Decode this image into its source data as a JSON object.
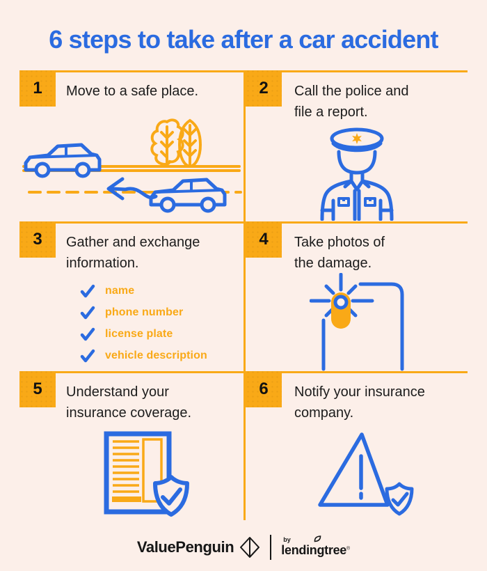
{
  "page": {
    "title": "6 steps to take after a car accident",
    "colors": {
      "background": "#FCEFE9",
      "blue": "#2B6BE0",
      "orange": "#F9A917",
      "text_dark": "#1C1C1C"
    }
  },
  "steps": [
    {
      "number": "1",
      "lines": [
        "Move to a safe place."
      ],
      "icon": "accident-scene-illustration"
    },
    {
      "number": "2",
      "lines": [
        "Call the police and",
        "file a report."
      ],
      "icon": "police-officer-illustration"
    },
    {
      "number": "3",
      "lines": [
        "Gather and exchange",
        "information."
      ],
      "icon": "check-icon",
      "checklist": [
        "name",
        "phone number",
        "license plate",
        "vehicle description"
      ]
    },
    {
      "number": "4",
      "lines": [
        "Take photos of",
        "the damage."
      ],
      "icon": "camera-phone-flash-illustration"
    },
    {
      "number": "5",
      "lines": [
        "Understand your",
        "insurance coverage."
      ],
      "icon": "insurance-policy-shield-illustration"
    },
    {
      "number": "6",
      "lines": [
        "Notify your insurance",
        "company."
      ],
      "icon": "warning-triangle-shield-illustration"
    }
  ],
  "footer": {
    "brand": "ValuePenguin",
    "by": "by",
    "parent": "lendingtree",
    "trademark": "®",
    "logo": "valuepenguin-diamond-logo",
    "leaf": "leaf-icon"
  }
}
